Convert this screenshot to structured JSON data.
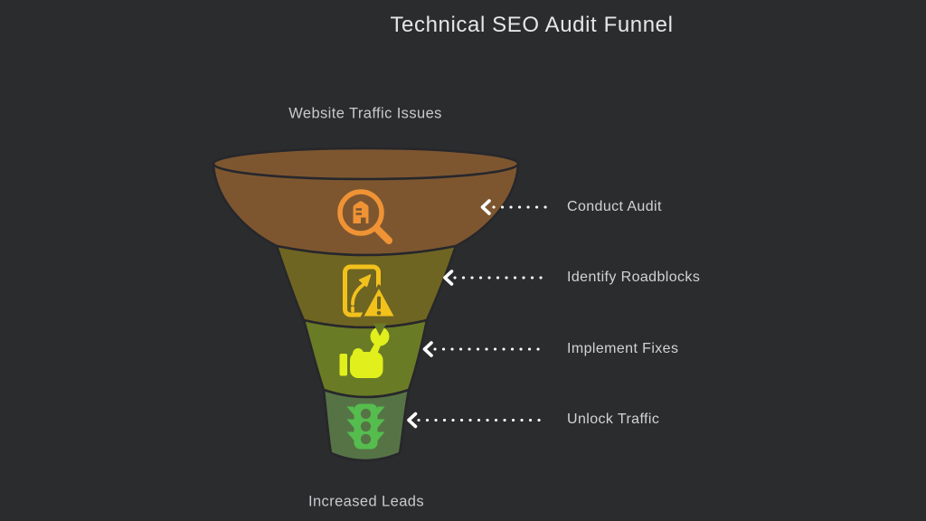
{
  "title": "Technical SEO Audit Funnel",
  "funnel": {
    "input_label": "Website Traffic Issues",
    "output_label": "Increased Leads",
    "stages": [
      {
        "label": "Conduct Audit",
        "icon": "magnifier-building-icon",
        "color": "#7d5630",
        "icon_color": "#f09334"
      },
      {
        "label": "Identify Roadblocks",
        "icon": "map-route-warning-icon",
        "color": "#6f6522",
        "icon_color": "#f2c11c"
      },
      {
        "label": "Implement Fixes",
        "icon": "hand-wrench-icon",
        "color": "#6a7b26",
        "icon_color": "#e1ef1c"
      },
      {
        "label": "Unlock Traffic",
        "icon": "traffic-light-icon",
        "color": "#567346",
        "icon_color": "#55bd4e"
      }
    ]
  },
  "colors": {
    "background": "#2b2c2e",
    "outline": "#27272b",
    "arrow": "#ffffff",
    "title_text": "#e6e6e6",
    "label_text": "#d2d3d4"
  }
}
